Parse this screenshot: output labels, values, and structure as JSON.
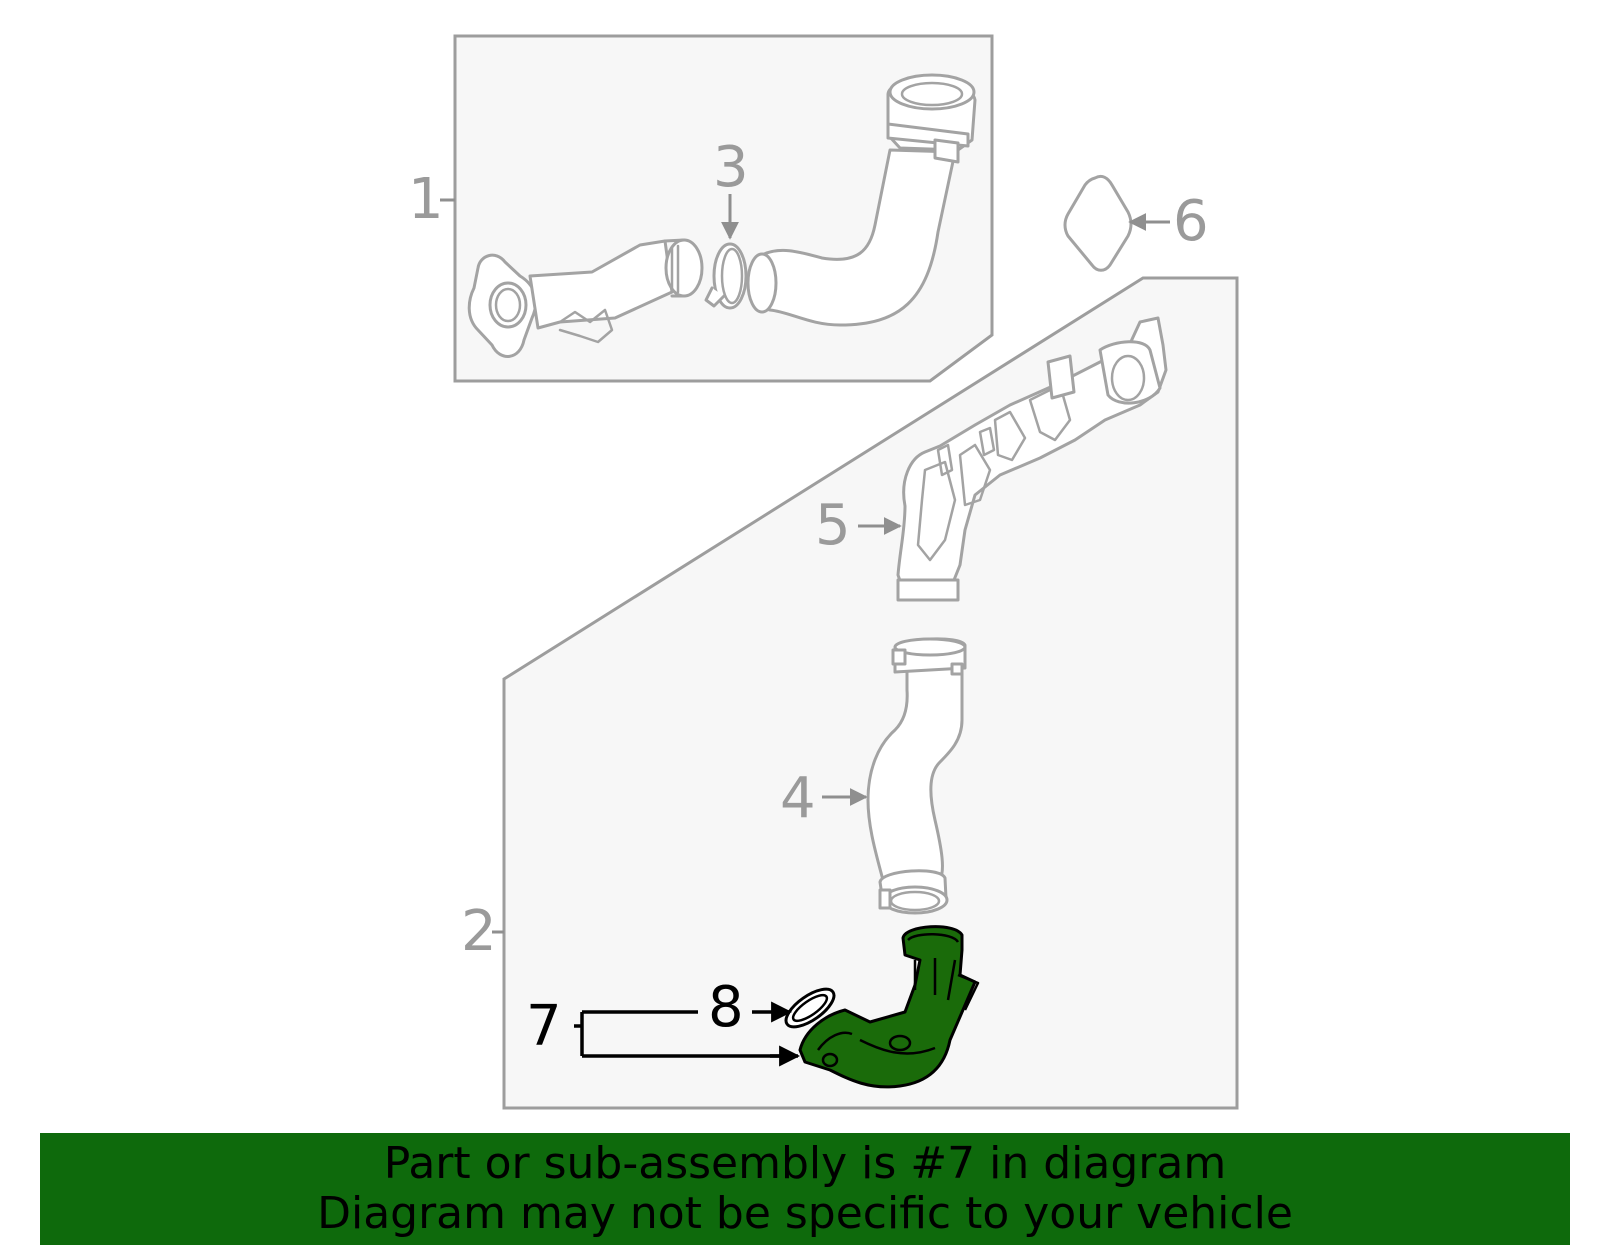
{
  "callouts": {
    "c1": "1",
    "c2": "2",
    "c3": "3",
    "c4": "4",
    "c5": "5",
    "c6": "6",
    "c7": "7",
    "c8": "8"
  },
  "highlighted_part": "7",
  "colors": {
    "highlight_fill": "#1a6b0a",
    "banner_background": "#0e6a0c",
    "callout_gray": "#9a9a9a",
    "frame_fill": "#f7f7f7"
  },
  "banner": {
    "line1": "Part or sub-assembly is #7 in diagram",
    "line2": "Diagram may not be specific to your vehicle"
  }
}
